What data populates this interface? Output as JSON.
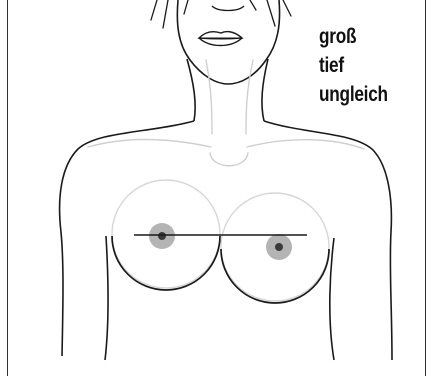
{
  "labels": [
    "groß",
    "tief",
    "ungleich"
  ],
  "colors": {
    "outline": "#1a1a1a",
    "guide_line": "#d6d6d6",
    "areola": "#b4b4b4",
    "nipple": "#3a3a3a",
    "background": "#ffffff"
  }
}
